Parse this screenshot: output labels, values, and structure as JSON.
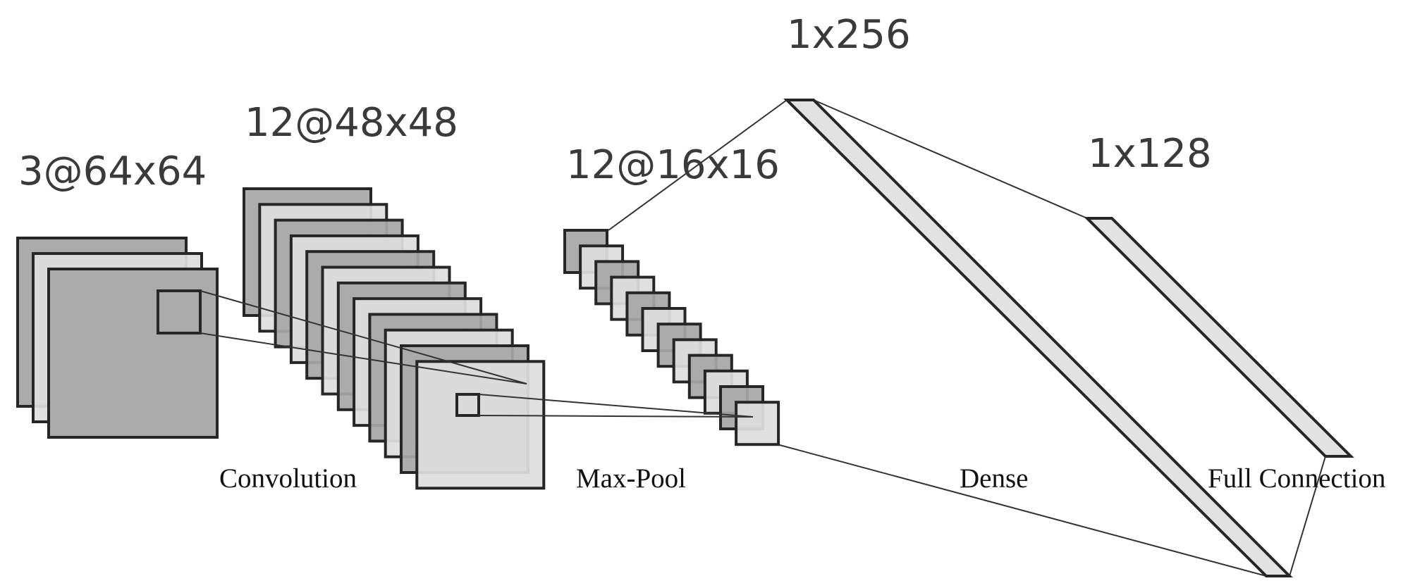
{
  "layers": {
    "input": {
      "label": "3@64x64"
    },
    "conv": {
      "label": "12@48x48"
    },
    "pool": {
      "label": "12@16x16"
    },
    "dense1": {
      "label": "1x256"
    },
    "dense2": {
      "label": "1x128"
    }
  },
  "operations": {
    "convolution": "Convolution",
    "maxpool": "Max-Pool",
    "dense": "Dense",
    "full": "Full Connection"
  },
  "colors": {
    "dark_map": "#aaaaaa",
    "light_map": "#dedede",
    "outline": "#262626",
    "vector": "#e2e2e2"
  }
}
